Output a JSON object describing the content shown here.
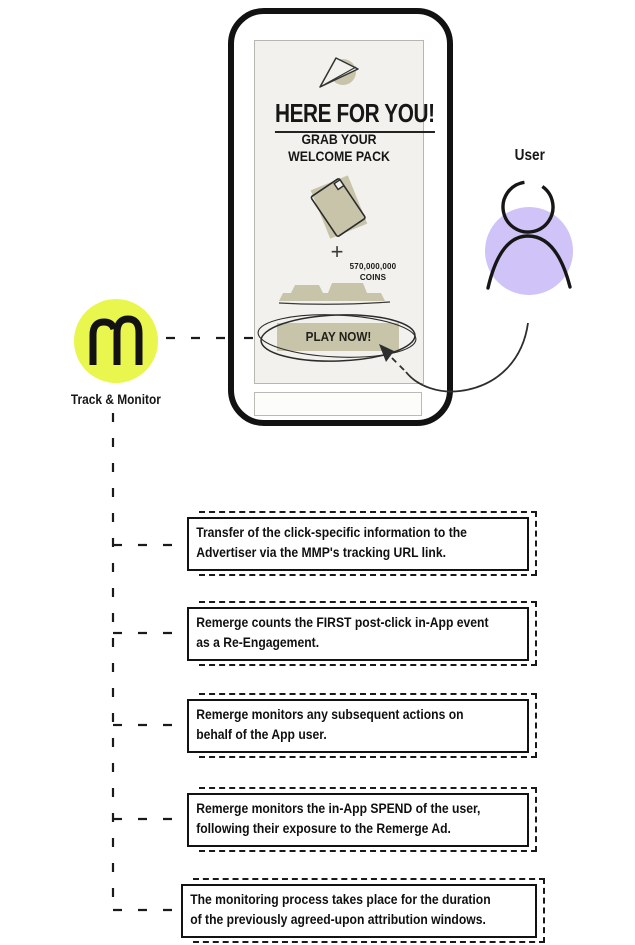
{
  "colors": {
    "accent_yellow": "#e9f64d",
    "accent_purple": "#cfc3f8",
    "beige": "#c7c4aa",
    "screen_bg": "#f2f1ed",
    "ink": "#161616"
  },
  "phone": {
    "screen": {
      "headline": "HERE FOR YOU!",
      "subheadline_line1": "GRAB YOUR",
      "subheadline_line2": "WELCOME PACK",
      "plus_sign": "+",
      "coins_amount": "570,000,000",
      "coins_label": "COINS",
      "cta_label": "PLAY NOW!"
    }
  },
  "user": {
    "label": "User"
  },
  "remerge": {
    "label": "Track & Monitor"
  },
  "steps": [
    {
      "line1": "Transfer of the click-specific information to the",
      "line2": "Advertiser via the MMP's tracking URL link."
    },
    {
      "line1": "Remerge counts the FIRST post-click in-App event",
      "line2": "as a Re-Engagement."
    },
    {
      "line1": "Remerge monitors any subsequent actions on",
      "line2": "behalf of the App user."
    },
    {
      "line1": "Remerge monitors the in-App SPEND of the user,",
      "line2": "following their exposure to the Remerge Ad."
    },
    {
      "line1": "The monitoring process takes place for the duration",
      "line2": "of the previously agreed-upon attribution windows."
    }
  ]
}
